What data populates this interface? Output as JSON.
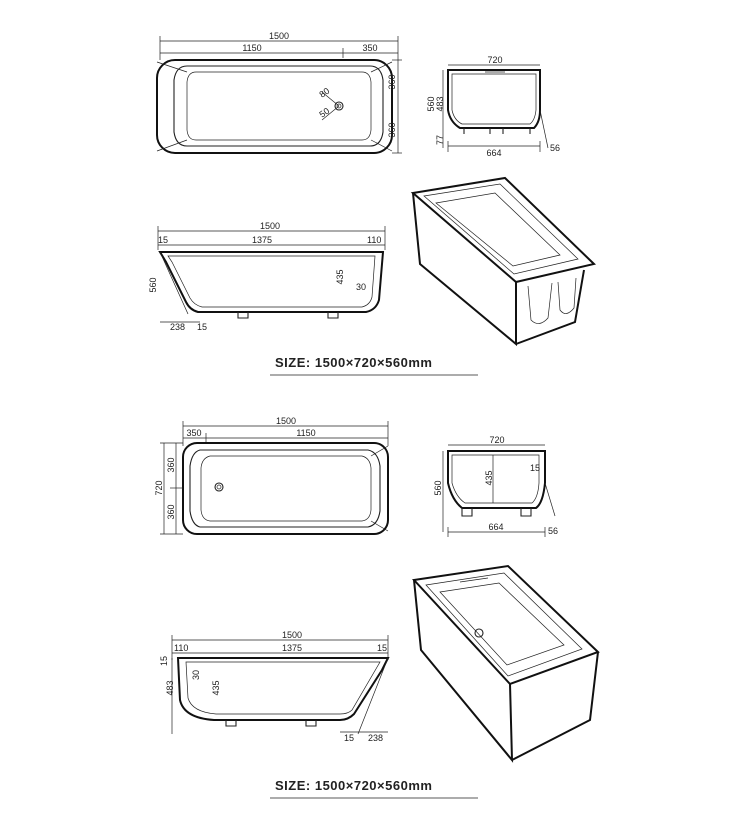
{
  "variant_top": {
    "top_view": {
      "length": "1500",
      "left_part": "1150",
      "right_part": "350",
      "half_width_a": "360",
      "half_width_b": "360",
      "drain_a": "80",
      "drain_b": "50"
    },
    "end_view": {
      "width": "720",
      "height": "560",
      "inner_depth": "483",
      "foot": "77",
      "base": "664",
      "offset": "56"
    },
    "side_view": {
      "length": "1500",
      "wall_left": "15",
      "inner_length": "1375",
      "wall_right": "110",
      "height": "560",
      "depth": "435",
      "radius": "30",
      "foot_left": "238",
      "foot_wall": "15"
    },
    "size_caption": "SIZE:  1500×720×560mm"
  },
  "variant_bottom": {
    "top_view": {
      "length": "1500",
      "left_part": "350",
      "right_part": "1150",
      "width": "720",
      "half_width_a": "360",
      "half_width_b": "360"
    },
    "end_view": {
      "width": "720",
      "height": "560",
      "depth": "435",
      "wall": "15",
      "base": "664",
      "offset": "56"
    },
    "side_view": {
      "length": "1500",
      "wall_left": "110",
      "inner_length": "1375",
      "wall_right": "15",
      "rim": "15",
      "height": "483",
      "depth": "435",
      "radius": "30",
      "foot_wall": "15",
      "foot_right": "238"
    },
    "size_caption": "SIZE:  1500×720×560mm"
  }
}
